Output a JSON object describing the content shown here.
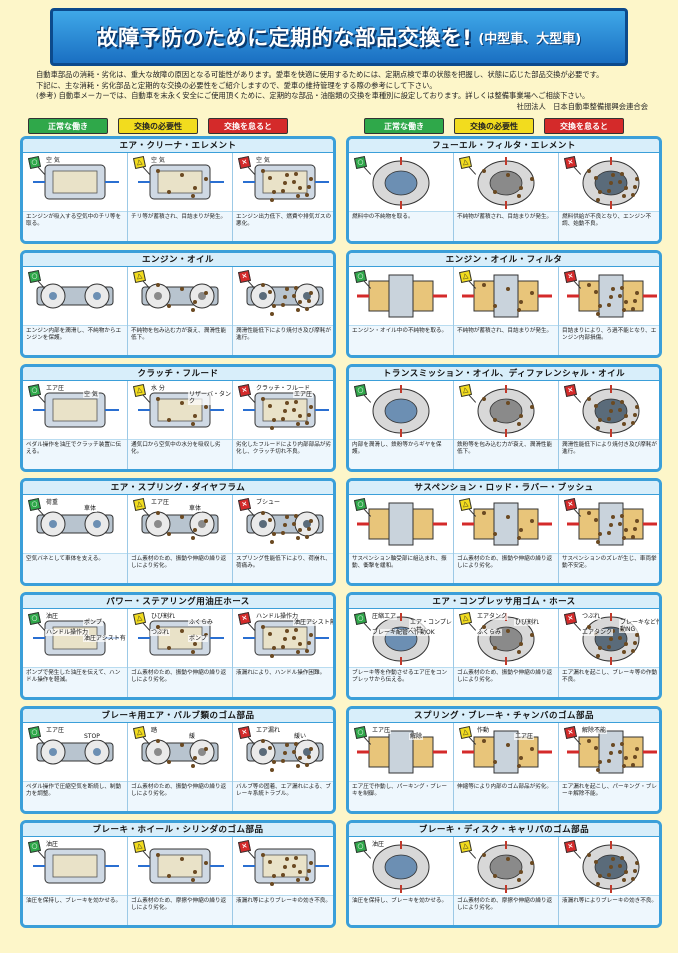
{
  "banner": {
    "title": "故障予防のために定期的な部品交換を!",
    "subtitle": "(中型車、大型車)"
  },
  "intro": {
    "lines": [
      "自動車部品の消耗・劣化は、重大な故障の原因となる可能性があります。愛車を快適に使用するためには、定期点検で車の状態を把握し、状態に応じた部品交換が必要です。",
      "下記に、主な消耗・劣化部品と定期的な交換の必要性をご紹介しますので、愛車の維持管理をする際の参考にして下さい。",
      "(参考) 自動車メーカーでは、自動車を末永く安全にご使用頂くために、定期的な部品・油脂類の交換を車種別に設定しております。詳しくは整備事業場へご相談下さい。"
    ],
    "credit": "社団法人　日本自動車整備振興会連合会"
  },
  "legend": {
    "normal": "正常な働き",
    "needed": "交換の必要性",
    "neglect": "交換を怠ると"
  },
  "flags": {
    "ok": "○",
    "warn": "△",
    "bad": "×"
  },
  "panels": [
    {
      "title": "エア・クリーナ・エレメント",
      "labels": [
        "空 気",
        "空 気",
        "空 気"
      ],
      "captions": [
        "エンジンが吸入する空気中のチリ等を取る。",
        "チリ等が蓄積され、目詰まりが発生。",
        "エンジン出力低下、燃費や排気ガスの悪化。"
      ]
    },
    {
      "title": "フューエル・フィルタ・エレメント",
      "labels": [
        "",
        "",
        ""
      ],
      "captions": [
        "燃料中の不純物を取る。",
        "不純物が蓄積され、目詰まりが発生。",
        "燃料供給が不良となり、エンジン不調、始動不良。"
      ]
    },
    {
      "title": "エンジン・オイル",
      "labels": [
        "",
        "",
        ""
      ],
      "captions": [
        "エンジン内部を潤滑し、不純物からエンジンを保護。",
        "不純物を包み込む力が衰え、潤滑性能低下。",
        "潤滑性能低下により焼付き及び摩耗が進行。"
      ]
    },
    {
      "title": "エンジン・オイル・フィルタ",
      "labels": [
        "",
        "",
        ""
      ],
      "captions": [
        "エンジン・オイル中の不純物を取る。",
        "不純物が蓄積され、目詰まりが発生。",
        "目詰まりにより、ろ過不能となり、エンジン内部損傷。"
      ]
    },
    {
      "title": "クラッチ・フルード",
      "labels": [
        "エア圧",
        "空 気",
        "水 分",
        "リザーバ・タンク",
        "クラッチ・フルード",
        "エア圧"
      ],
      "captions": [
        "ペダル操作を油圧でクラッチ装置に伝える。",
        "通気口から空気中の水分を吸収し劣化。",
        "劣化したフルードにより内部部品が劣化し、クラッチ切れ不良。"
      ]
    },
    {
      "title": "トランスミッション・オイル、ディファレンシャル・オイル",
      "labels": [
        "",
        "",
        ""
      ],
      "captions": [
        "内部を潤滑し、鉄粉等からギヤを保護。",
        "鉄粉等を包み込む力が衰え、潤滑性能低下。",
        "潤滑性能低下により焼付き及び摩耗が進行。"
      ]
    },
    {
      "title": "エア・スプリング・ダイヤフラム",
      "labels": [
        "荷重",
        "車体",
        "エア圧",
        "車体",
        "ブシュー"
      ],
      "captions": [
        "空気バネとして車体を支える。",
        "ゴム素材のため、振動や伸縮の繰り返しにより劣化。",
        "スプリング性能低下により、荷崩れ、荷痛み。"
      ]
    },
    {
      "title": "サスペンション・ロッド・ラバー・ブッシュ",
      "labels": [
        "",
        "",
        ""
      ],
      "captions": [
        "サスペンション軸受部に組込まれ、振動、衝撃を緩和。",
        "ゴム素材のため、振動や伸縮の繰り返しにより劣化。",
        "サスペンションのズレが生じ、車両挙動不安定。"
      ]
    },
    {
      "title": "パワー・ステアリング用油圧ホース",
      "labels": [
        "油圧",
        "ポンプ",
        "ハンドル操作力",
        "油圧アシスト有",
        "ひび割れ",
        "ふくらみ",
        "つぶれ",
        "ポンプ",
        "ハンドル操作力",
        "油圧アシスト無"
      ],
      "captions": [
        "ポンプで発生した油圧を伝えて、ハンドル操作を軽減。",
        "ゴム素材のため、振動や伸縮の繰り返しにより劣化。",
        "液漏れにより、ハンドル操作困難。"
      ]
    },
    {
      "title": "エア・コンプレッサ用ゴム・ホース",
      "labels": [
        "圧縮エア",
        "エア・コンプレッサ",
        "ブレーキ配管へ作動OK",
        "エアタンク",
        "ひび割れ",
        "ふくらみ",
        "つぶれ",
        "ブレーキなど作動NG",
        "エアタンク"
      ],
      "captions": [
        "ブレーキ等を作動させるエア圧をコンプレッサから伝える。",
        "ゴム素材のため、振動や伸縮の繰り返しにより劣化。",
        "エア漏れを起こし、ブレーキ等の作動不良。"
      ]
    },
    {
      "title": "ブレーキ用エア・バルブ類のゴム部品",
      "labels": [
        "エア圧",
        "STOP",
        "踏",
        "緩",
        "エア漏れ",
        "緩い"
      ],
      "captions": [
        "ペダル操作で圧縮空気を断続し、制動力を調整。",
        "ゴム素材のため、振動や伸縮の繰り返しにより劣化。",
        "バルブ等の固着、エア漏れによる、ブレーキ系統トラブル。"
      ]
    },
    {
      "title": "スプリング・ブレーキ・チャンバのゴム部品",
      "labels": [
        "エア圧",
        "解除",
        "作動",
        "エア圧",
        "解除不能"
      ],
      "captions": [
        "エア圧で作動し、パーキング・ブレーキを制御。",
        "伸縮等により内部のゴム部品が劣化。",
        "エア漏れを起こし、パーキング・ブレーキ解除不能。"
      ]
    },
    {
      "title": "ブレーキ・ホイール・シリンダのゴム部品",
      "labels": [
        "油圧",
        "",
        ""
      ],
      "captions": [
        "油圧を保持し、ブレーキを効かせる。",
        "ゴム素材のため、摩擦や伸縮の繰り返しにより劣化。",
        "液漏れ等によりブレーキの効き不良。"
      ]
    },
    {
      "title": "ブレーキ・ディスク・キャリパのゴム部品",
      "labels": [
        "油圧",
        "",
        ""
      ],
      "captions": [
        "油圧を保持し、ブレーキを効かせる。",
        "ゴム素材のため、摩擦や伸縮の繰り返しにより劣化。",
        "液漏れ等によりブレーキの効き不良。"
      ]
    }
  ]
}
